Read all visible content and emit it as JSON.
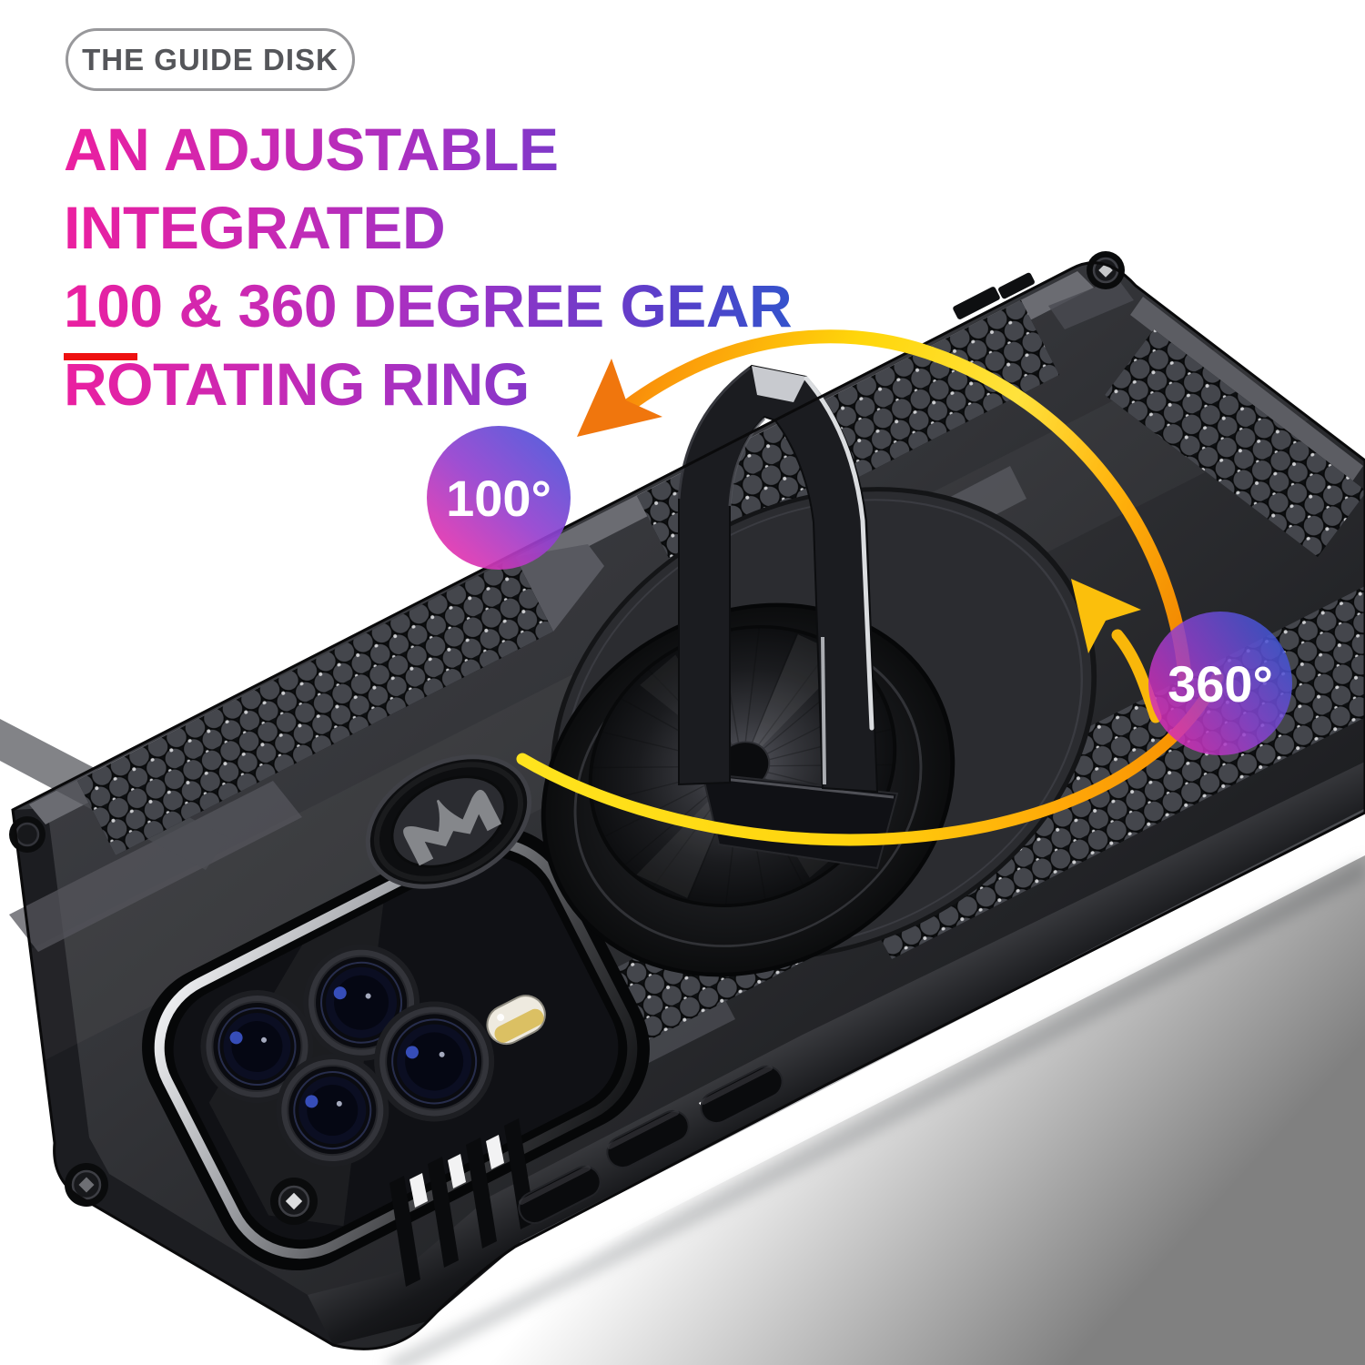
{
  "badge": {
    "label": "THE GUIDE DISK"
  },
  "heading": {
    "lines": [
      "AN ADJUSTABLE INTEGRATED",
      "100 & 360 DEGREE GEAR",
      "ROTATING RING"
    ]
  },
  "callouts": {
    "ring_tilt": {
      "label": "100°"
    },
    "ring_rotation": {
      "label": "360°"
    }
  },
  "icons": {
    "brand_logo": "motorola-batwing-m-icon",
    "tilt_arrow": "curved-arrow-counterclockwise-icon",
    "rotation_arrow": "curved-arrow-clockwise-icon",
    "corner_fasteners": "hex-bolt-icon"
  },
  "colors": {
    "background": "#ffffff",
    "badge_text": "#55565a",
    "badge_border": "#98989b",
    "heading_grad_start": "#ec1f9f",
    "heading_grad_mid": "#9a33c7",
    "heading_grad_end": "#1b62cd",
    "divider_red": "#ee1111",
    "arrow_yellow": "#ffd60a",
    "arrow_orange": "#f2790c",
    "callout_grad_pink": "#ee32aa",
    "callout_grad_blue": "#4553da",
    "case_black": "#1a1b1e"
  }
}
